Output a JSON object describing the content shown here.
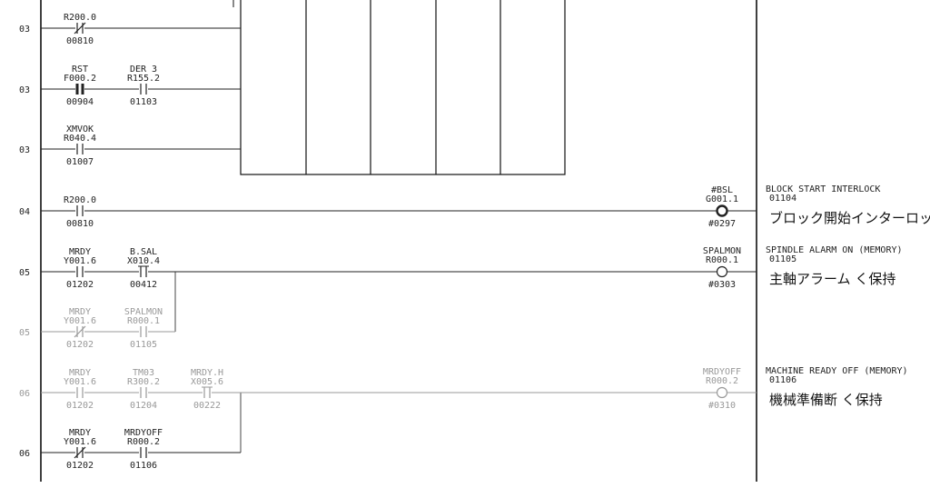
{
  "rungs": [
    {
      "number": "03",
      "faint": false,
      "contacts": [
        {
          "name": "",
          "address": "R200.0",
          "ref": "00810",
          "type": "NC"
        }
      ]
    },
    {
      "number": "03",
      "faint": false,
      "contacts": [
        {
          "name": "RST",
          "address": "F000.2",
          "ref": "00904",
          "type": "NO-solid"
        },
        {
          "name": "DER 3",
          "address": "R155.2",
          "ref": "01103",
          "type": "NO"
        }
      ]
    },
    {
      "number": "03",
      "faint": false,
      "contacts": [
        {
          "name": "XMVOK",
          "address": "R040.4",
          "ref": "01007",
          "type": "NO"
        }
      ]
    },
    {
      "number": "04",
      "faint": false,
      "contacts": [
        {
          "name": "",
          "address": "R200.0",
          "ref": "00810",
          "type": "NO"
        }
      ],
      "coil": {
        "name": "#BSL",
        "address": "G001.1",
        "ref": "#0297",
        "bold": true
      },
      "comment": {
        "title": "BLOCK START INTERLOCK",
        "ref": "01104",
        "note": "ブロック開始インターロック"
      }
    },
    {
      "number": "05",
      "faint": false,
      "contacts": [
        {
          "name": "MRDY",
          "address": "Y001.6",
          "ref": "01202",
          "type": "NO"
        },
        {
          "name": "B.SAL",
          "address": "X010.4",
          "ref": "00412",
          "type": "NO-special"
        }
      ],
      "coil": {
        "name": "SPALMON",
        "address": "R000.1",
        "ref": "#0303",
        "bold": false
      },
      "comment": {
        "title": "SPINDLE ALARM ON (MEMORY)",
        "ref": "01105",
        "note": "主軸アラーム く保持"
      }
    },
    {
      "number": "05",
      "faint": true,
      "contacts": [
        {
          "name": "MRDY",
          "address": "Y001.6",
          "ref": "01202",
          "type": "NC"
        },
        {
          "name": "SPALMON",
          "address": "R000.1",
          "ref": "01105",
          "type": "NO"
        }
      ]
    },
    {
      "number": "06",
      "faint": true,
      "contacts": [
        {
          "name": "MRDY",
          "address": "Y001.6",
          "ref": "01202",
          "type": "NO"
        },
        {
          "name": "TM03",
          "address": "R300.2",
          "ref": "01204",
          "type": "NO"
        },
        {
          "name": "MRDY.H",
          "address": "X005.6",
          "ref": "00222",
          "type": "NO-special"
        }
      ],
      "coil": {
        "name": "MRDYOFF",
        "address": "R000.2",
        "ref": "#0310",
        "bold": false
      },
      "comment": {
        "title": "MACHINE READY OFF (MEMORY)",
        "ref": "01106",
        "note": "機械準備断 く保持"
      }
    },
    {
      "number": "06",
      "faint": false,
      "contacts": [
        {
          "name": "MRDY",
          "address": "Y001.6",
          "ref": "01202",
          "type": "NC"
        },
        {
          "name": "MRDYOFF",
          "address": "R000.2",
          "ref": "01106",
          "type": "NO"
        }
      ]
    }
  ]
}
